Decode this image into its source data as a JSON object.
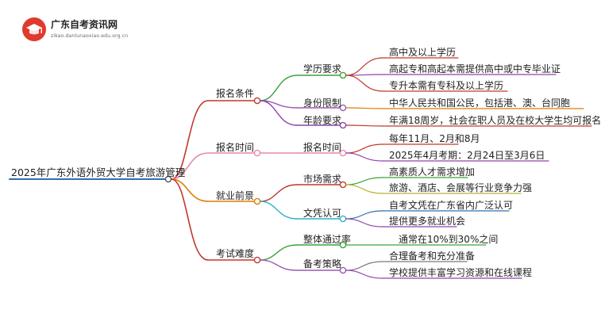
{
  "logo": {
    "title": "广东自考资讯网",
    "subtitle": "zikao.danlunaoxiao.edu.org.cn",
    "icon": "graduation-cap-icon",
    "color": "#e03a2e"
  },
  "root": {
    "label": "2025年广东外语外贸大学自考旅游管理",
    "color": "#2f6fb0"
  },
  "branches": [
    {
      "label": "报名条件",
      "color": "#c0392b",
      "children": [
        {
          "label": "学历要求",
          "color": "#3aa33a",
          "leaves": [
            {
              "text": "高中及以上学历",
              "color": "#c0392b"
            },
            {
              "text": "高起专和高起本需提供高中或中专毕业证",
              "color": "#8e44ad"
            },
            {
              "text": "专升本需有专科及以上学历",
              "color": "#c0392b"
            }
          ]
        },
        {
          "label": "身份限制",
          "color": "#9b59b6",
          "leaves": [
            {
              "text": "中华人民共和国公民，包括港、澳、台同胞",
              "color": "#e07b00"
            }
          ]
        },
        {
          "label": "年龄要求",
          "color": "#8e44ad",
          "leaves": [
            {
              "text": "年满18周岁，社会在职人员及在校大学生均可报名",
              "color": "#c0392b"
            }
          ]
        }
      ]
    },
    {
      "label": "报名时间",
      "color": "#e88aa6",
      "children": [
        {
          "label": "报名时间",
          "color": "#e88aa6",
          "leaves": [
            {
              "text": "每年11月、2月和8月",
              "color": "#c0392b"
            },
            {
              "text": "2025年4月考期：2月24日至3月6日",
              "color": "#8e44ad"
            }
          ]
        }
      ]
    },
    {
      "label": "就业前景",
      "color": "#e07b00",
      "children": [
        {
          "label": "市场需求",
          "color": "#c0392b",
          "leaves": [
            {
              "text": "高素质人才需求增加",
              "color": "#3aa33a"
            },
            {
              "text": "旅游、酒店、会展等行业竞争力强",
              "color": "#b5b530"
            }
          ]
        },
        {
          "label": "文凭认可",
          "color": "#2bb3c8",
          "leaves": [
            {
              "text": "自考文凭在广东省内广泛认可",
              "color": "#2f6fb0"
            },
            {
              "text": "提供更多就业机会",
              "color": "#8e44ad"
            }
          ]
        }
      ]
    },
    {
      "label": "考试难度",
      "color": "#c0392b",
      "children": [
        {
          "label": "整体通过率",
          "color": "#3aa33a",
          "leaves": [
            {
              "text": "通常在10%到30%之间",
              "color": "#3aa33a"
            }
          ]
        },
        {
          "label": "备考策略",
          "color": "#9b59b6",
          "leaves": [
            {
              "text": "合理备考和充分准备",
              "color": "#7a7a7a"
            },
            {
              "text": "学校提供丰富学习资源和在线课程",
              "color": "#8e44ad"
            }
          ]
        }
      ]
    }
  ]
}
